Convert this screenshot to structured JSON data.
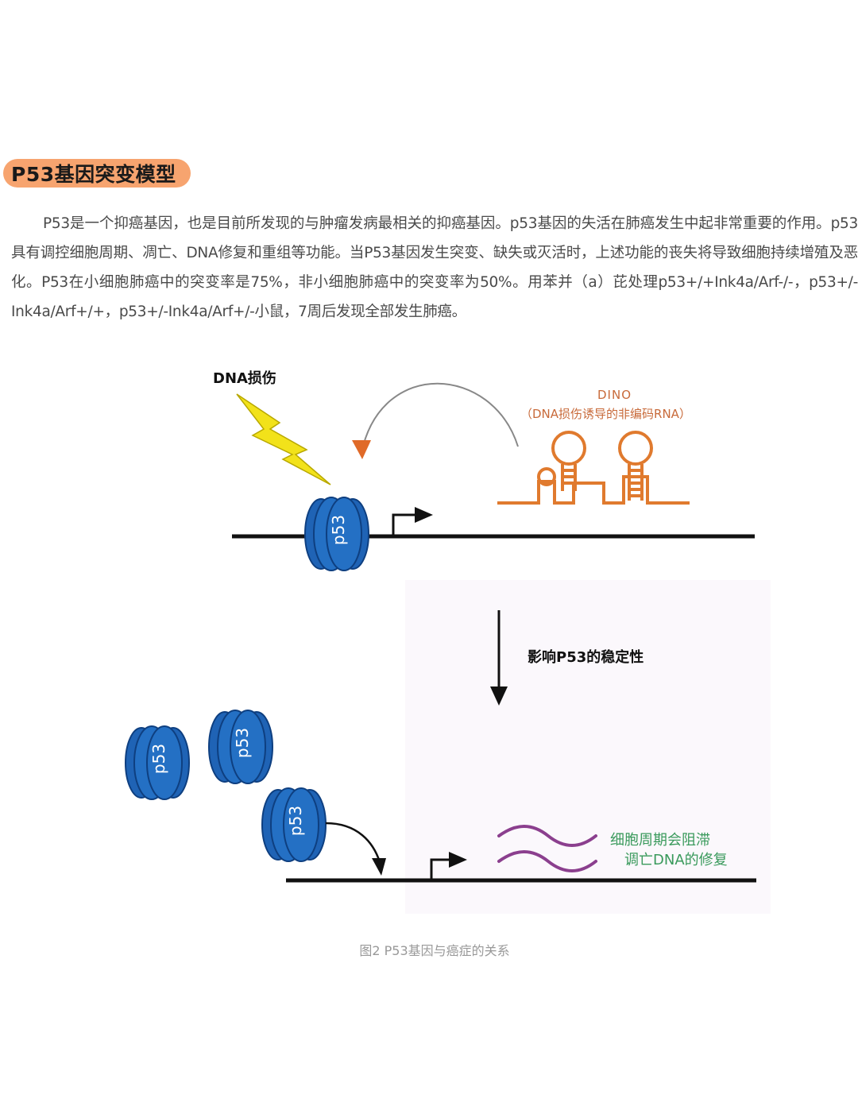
{
  "section_heading": "P53基因突变模型",
  "paragraph": "P53是一个抑癌基因，也是目前所发现的与肿瘤发病最相关的抑癌基因。p53基因的失活在肺癌发生中起非常重要的作用。p53具有调控细胞周期、凋亡、DNA修复和重组等功能。当P53基因发生突变、缺失或灭活时，上述功能的丧失将导致细胞持续增殖及恶化。P53在小细胞肺癌中的突变率是75%，非小细胞肺癌中的突变率为50%。用苯并（a）芘处理p53+/+Ink4a/Arf-/-，p53+/-Ink4a/Arf+/+，p53+/-Ink4a/Arf+/-小鼠，7周后发现全部发生肺癌。",
  "figure": {
    "dna_damage_label": "DNA损伤",
    "dino_label": "DINO",
    "dino_sub_label": "（DNA损伤诱导的非编码RNA）",
    "stability_label": "影响P53的稳定性",
    "protein_label": "p53",
    "outcome_line1": "细胞周期会阻滞",
    "outcome_line2": "调亡DNA的修复",
    "colors": {
      "protein": "#1f63b5",
      "protein_dark": "#0e3f80",
      "rna": "#e07a2e",
      "arrow_orange": "#e06a28",
      "mrna": "#8b3f8e",
      "outcome_text": "#3a9a5c",
      "lightning": "#f2e21a"
    }
  },
  "caption": "图2 P53基因与癌症的关系"
}
